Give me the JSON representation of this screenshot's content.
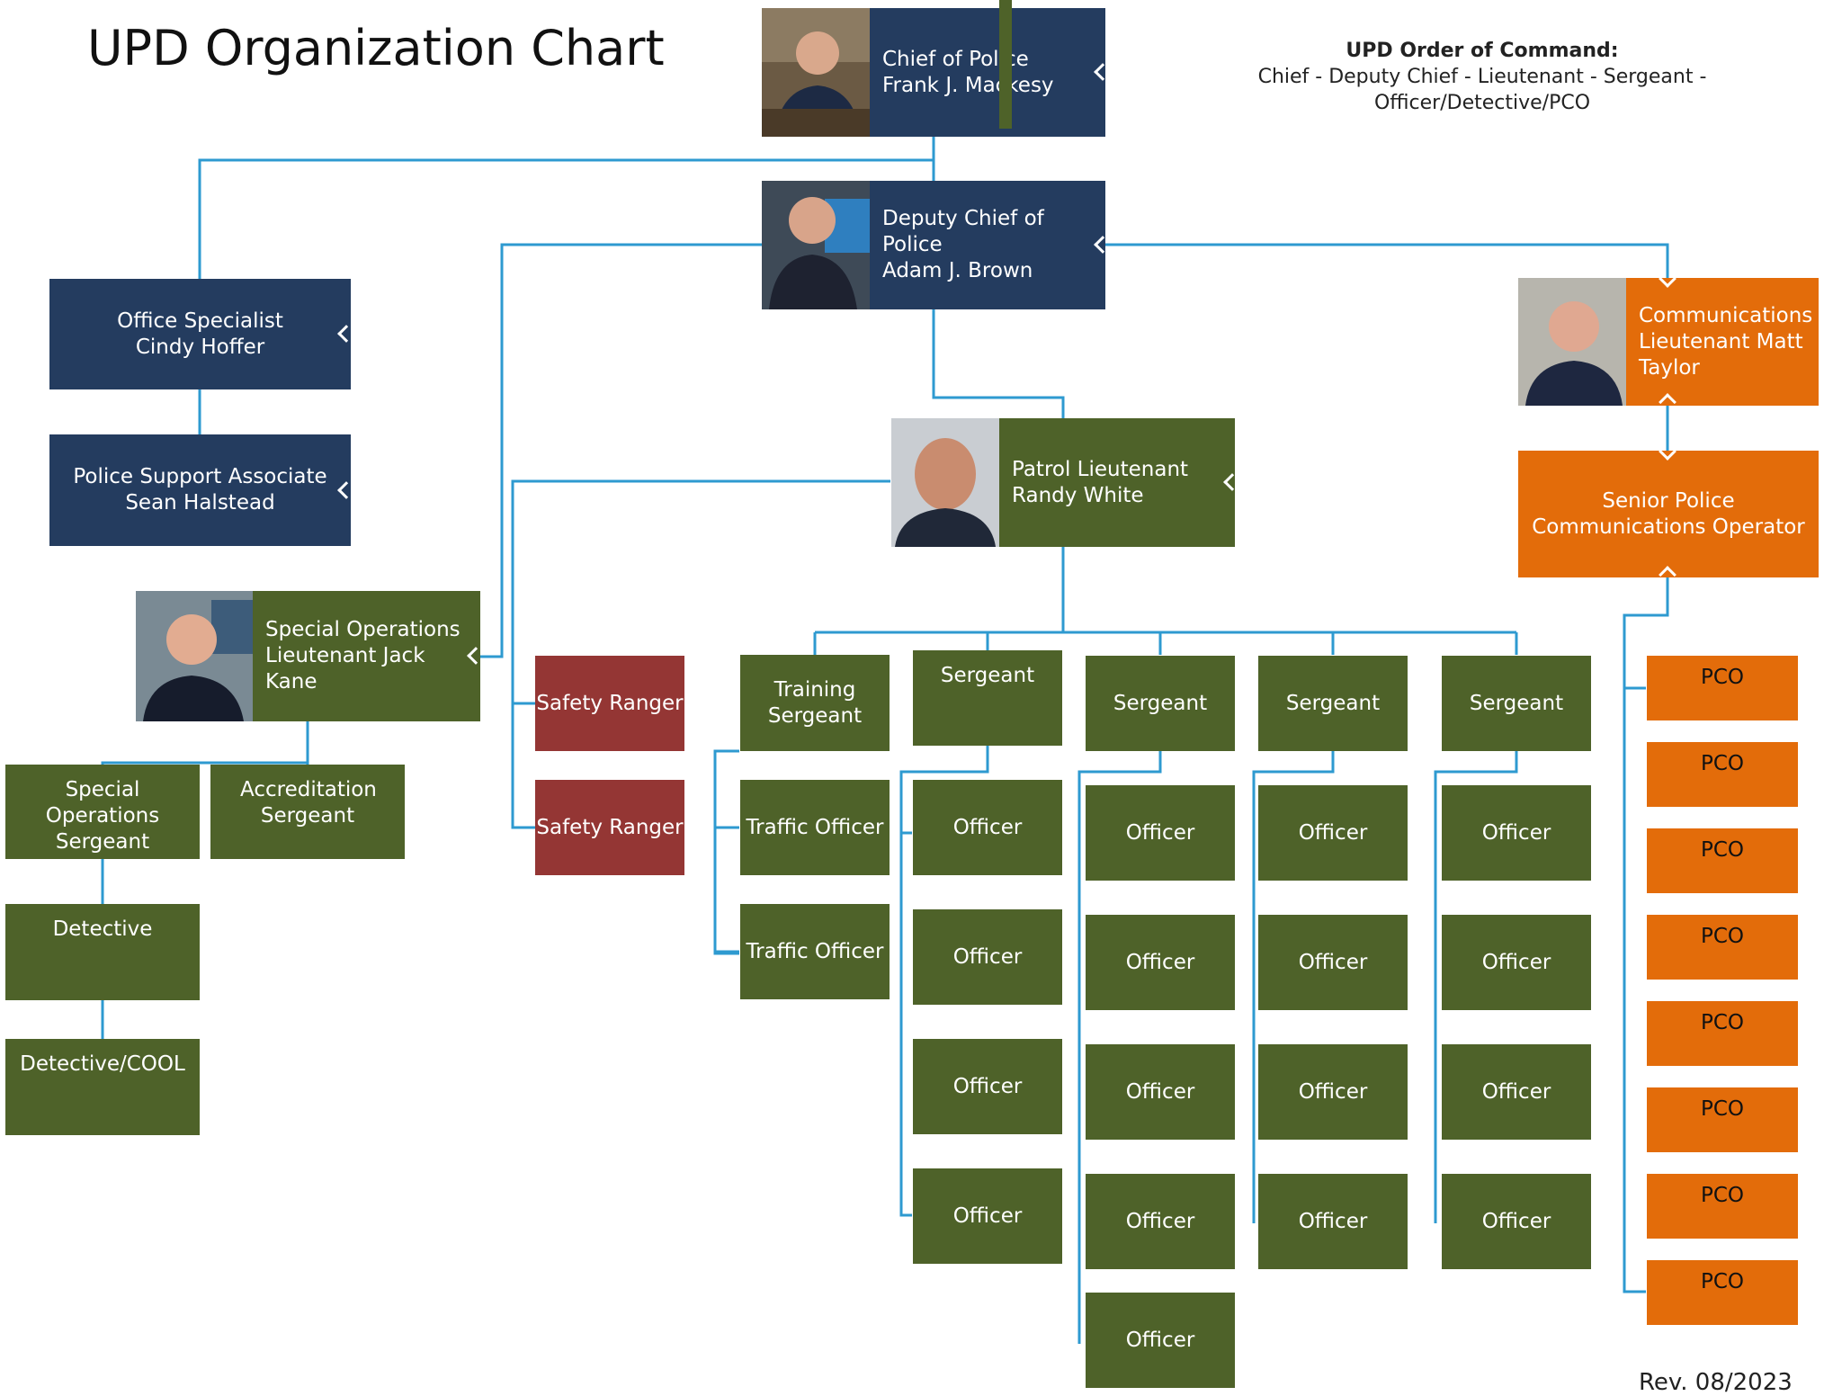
{
  "title": "UPD Organization Chart",
  "order_heading": "UPD Order of Command:",
  "order_text": "Chief - Deputy Chief - Lieutenant - Sergeant - Officer/Detective/PCO",
  "revision": "Rev. 08/2023",
  "colors": {
    "navy": "#243c5f",
    "green": "#4e6229",
    "red": "#943634",
    "orange": "#e36c0a",
    "connector": "#2e9ad0"
  },
  "positions": {
    "chief": [
      "Chief of Police",
      "Frank J. Mackesy"
    ],
    "deputy": [
      "Deputy Chief of Police",
      "Adam J. Brown"
    ],
    "office_specialist": [
      "Office Specialist",
      "Cindy Hoffer"
    ],
    "support_associate": [
      "Police Support Associate",
      "Sean Halstead"
    ],
    "patrol_lt": [
      "Patrol Lieutenant",
      "Randy White"
    ],
    "comm_lt": "Communications Lieutenant Matt Taylor",
    "senior_pco": "Senior Police Communications Operator",
    "spec_ops_lt": "Special Operations Lieutenant Jack Kane",
    "spec_ops_sgt": "Special Operations Sergeant",
    "accreditation_sgt": "Accreditation Sergeant",
    "detective": "Detective",
    "detective_cool": "Detective/COOL",
    "safety_ranger": "Safety Ranger",
    "training_sgt": "Training Sergeant",
    "traffic_officer": "Traffic Officer",
    "sergeant": "Sergeant",
    "officer": "Officer",
    "pco": "PCO"
  }
}
